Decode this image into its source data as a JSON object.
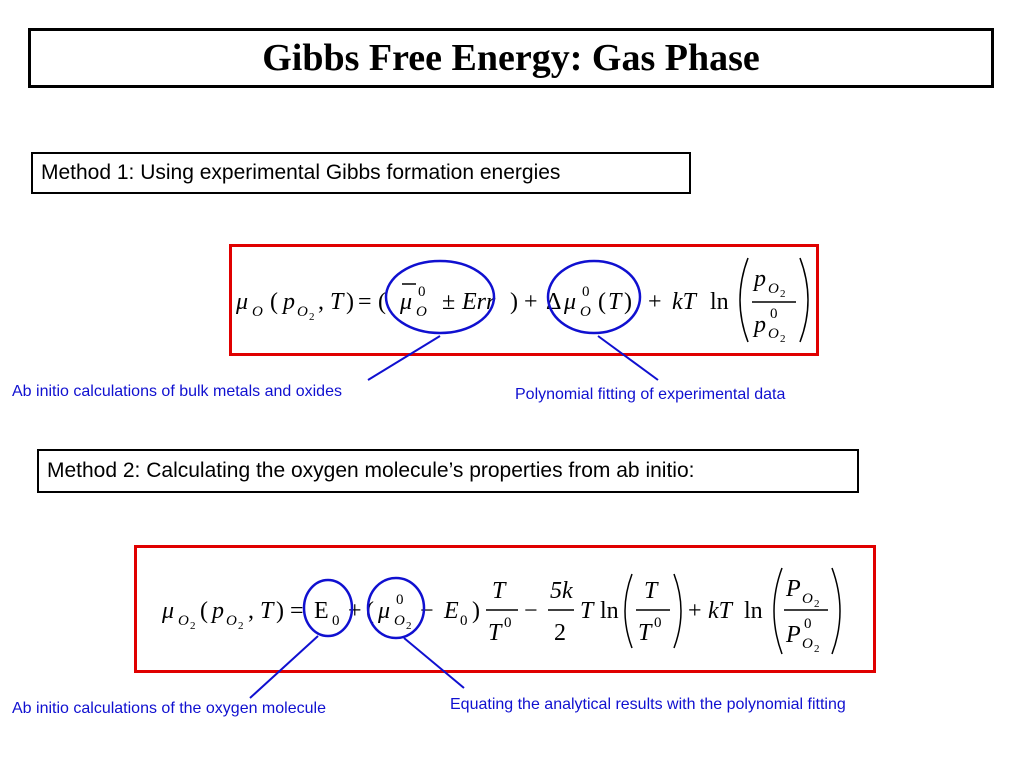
{
  "title": "Gibbs Free Energy: Gas Phase",
  "method1": {
    "label": "Method 1: Using experimental Gibbs formation energies"
  },
  "method2": {
    "label": "Method 2: Calculating the oxygen molecule’s properties from ab initio:"
  },
  "annotations": {
    "a1": "Ab initio calculations of bulk metals and oxides",
    "a2": "Polynomial fitting of experimental data",
    "a3": "Ab initio calculations of the oxygen molecule",
    "a4": "Equating the analytical results with the  polynomial fitting"
  },
  "equation1": {
    "mu": "μ",
    "sub_O": "O",
    "p": "p",
    "T": "T",
    "mubar": "μ",
    "zero": "0",
    "pm": "±",
    "err": "Err",
    "delta": "Δ",
    "kT": "kT",
    "ln": "ln",
    "plus": "+",
    "eq": "=",
    "two": "2"
  },
  "equation2": {
    "E0": "E",
    "sub0": "0",
    "fivek": "5k",
    "two_den": "2",
    "P": "P"
  },
  "colors": {
    "frame": "#e00000",
    "annotation": "#1010d0",
    "ellipse": "#1010d0"
  }
}
